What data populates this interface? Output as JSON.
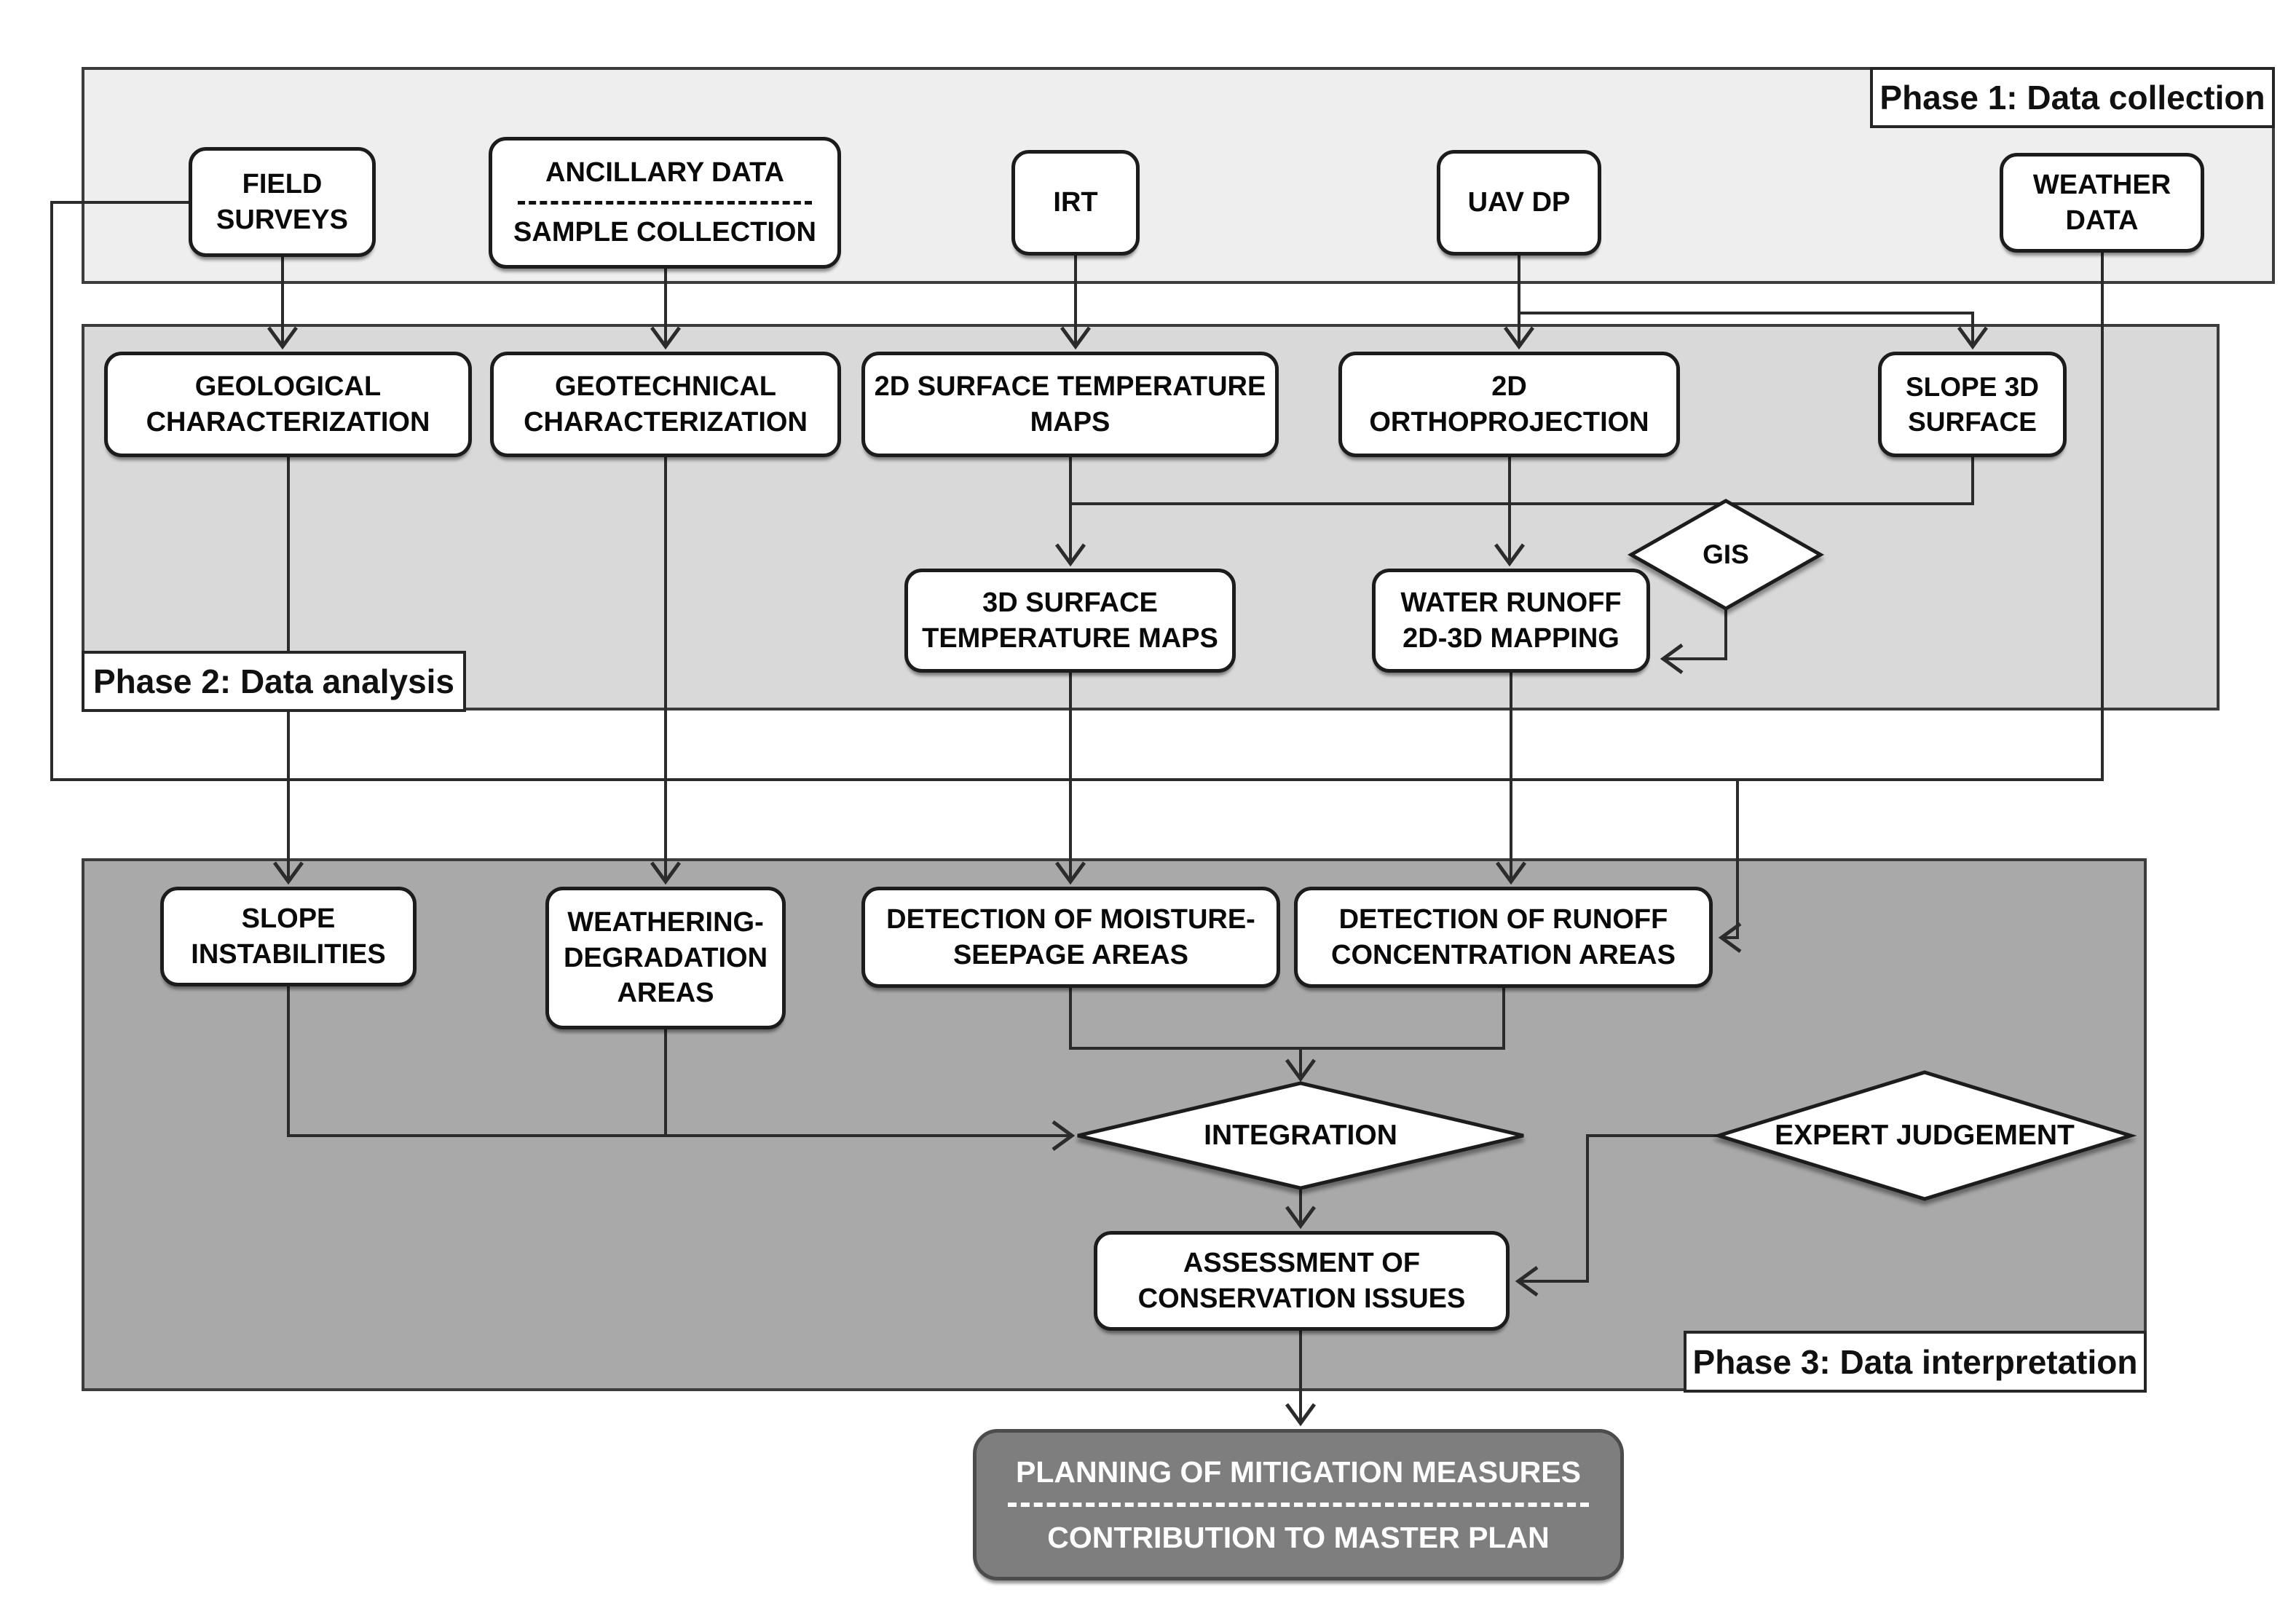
{
  "figure_type": "flowchart",
  "phases": {
    "phase1": {
      "label": "Phase 1: Data collection"
    },
    "phase2": {
      "label": "Phase 2: Data analysis"
    },
    "phase3": {
      "label": "Phase 3: Data interpretation"
    }
  },
  "nodes": {
    "field_surveys": {
      "label": "FIELD SURVEYS"
    },
    "ancillary_data": {
      "line1": "ANCILLARY DATA",
      "line2": "SAMPLE COLLECTION"
    },
    "irt": {
      "label": "IRT"
    },
    "uav_dp": {
      "label": "UAV DP"
    },
    "weather_data": {
      "label": "WEATHER DATA"
    },
    "geological": {
      "label": "GEOLOGICAL CHARACTERIZATION"
    },
    "geotechnical": {
      "label": "GEOTECHNICAL CHARACTERIZATION"
    },
    "temp_2d": {
      "label": "2D SURFACE TEMPERATURE MAPS"
    },
    "ortho_2d": {
      "label": "2D ORTHOPROJECTION"
    },
    "slope_3d": {
      "label": "SLOPE 3D SURFACE"
    },
    "temp_3d": {
      "label": "3D SURFACE TEMPERATURE MAPS"
    },
    "water_runoff": {
      "label": "WATER RUNOFF 2D-3D MAPPING"
    },
    "gis": {
      "label": "GIS"
    },
    "slope_instabilities": {
      "label": "SLOPE INSTABILITIES"
    },
    "weathering": {
      "label": "WEATHERING-DEGRADATION AREAS"
    },
    "moisture": {
      "label": "DETECTION OF MOISTURE-SEEPAGE AREAS"
    },
    "runoff_areas": {
      "label": "DETECTION OF RUNOFF CONCENTRATION AREAS"
    },
    "integration": {
      "label": "INTEGRATION"
    },
    "expert_judgement": {
      "label": "EXPERT JUDGEMENT"
    },
    "assessment": {
      "label": "ASSESSMENT OF CONSERVATION ISSUES"
    },
    "planning": {
      "line1": "PLANNING OF MITIGATION MEASURES",
      "line2": "CONTRIBUTION TO MASTER PLAN"
    }
  },
  "edges": [
    {
      "from": "FIELD SURVEYS",
      "to": "GEOLOGICAL CHARACTERIZATION"
    },
    {
      "from": "ANCILLARY DATA / SAMPLE COLLECTION",
      "to": "GEOTECHNICAL CHARACTERIZATION"
    },
    {
      "from": "IRT",
      "to": "2D SURFACE TEMPERATURE MAPS"
    },
    {
      "from": "UAV DP",
      "to": "2D ORTHOPROJECTION"
    },
    {
      "from": "UAV DP",
      "to": "SLOPE 3D SURFACE"
    },
    {
      "from": "2D SURFACE TEMPERATURE MAPS",
      "to": "3D SURFACE TEMPERATURE MAPS"
    },
    {
      "from": "SLOPE 3D SURFACE",
      "to": "3D SURFACE TEMPERATURE MAPS"
    },
    {
      "from": "2D ORTHOPROJECTION",
      "to": "WATER RUNOFF 2D-3D MAPPING"
    },
    {
      "from": "GIS",
      "to": "WATER RUNOFF 2D-3D MAPPING"
    },
    {
      "from": "GEOLOGICAL CHARACTERIZATION",
      "to": "SLOPE INSTABILITIES"
    },
    {
      "from": "GEOTECHNICAL CHARACTERIZATION",
      "to": "WEATHERING-DEGRADATION AREAS"
    },
    {
      "from": "3D SURFACE TEMPERATURE MAPS",
      "to": "DETECTION OF MOISTURE-SEEPAGE AREAS"
    },
    {
      "from": "WATER RUNOFF 2D-3D MAPPING",
      "to": "DETECTION OF RUNOFF CONCENTRATION AREAS"
    },
    {
      "from": "FIELD SURVEYS + WEATHER DATA",
      "to": "DETECTION OF RUNOFF CONCENTRATION AREAS"
    },
    {
      "from": "SLOPE INSTABILITIES",
      "to": "INTEGRATION"
    },
    {
      "from": "WEATHERING-DEGRADATION AREAS",
      "to": "INTEGRATION"
    },
    {
      "from": "DETECTION OF MOISTURE-SEEPAGE AREAS",
      "to": "INTEGRATION"
    },
    {
      "from": "DETECTION OF RUNOFF CONCENTRATION AREAS",
      "to": "INTEGRATION"
    },
    {
      "from": "INTEGRATION",
      "to": "ASSESSMENT OF CONSERVATION ISSUES"
    },
    {
      "from": "EXPERT JUDGEMENT",
      "to": "ASSESSMENT OF CONSERVATION ISSUES"
    },
    {
      "from": "ASSESSMENT OF CONSERVATION ISSUES",
      "to": "PLANNING OF MITIGATION MEASURES / CONTRIBUTION TO MASTER PLAN"
    }
  ],
  "colors": {
    "phase1_fill": "#eeeeee",
    "phase2_fill": "#d9d9d9",
    "phase3_fill": "#a9a9a9",
    "final_box_fill": "#7e7e7e",
    "node_fill": "#ffffff",
    "line": "#2b2b2b",
    "text": "#0a0a0a"
  }
}
